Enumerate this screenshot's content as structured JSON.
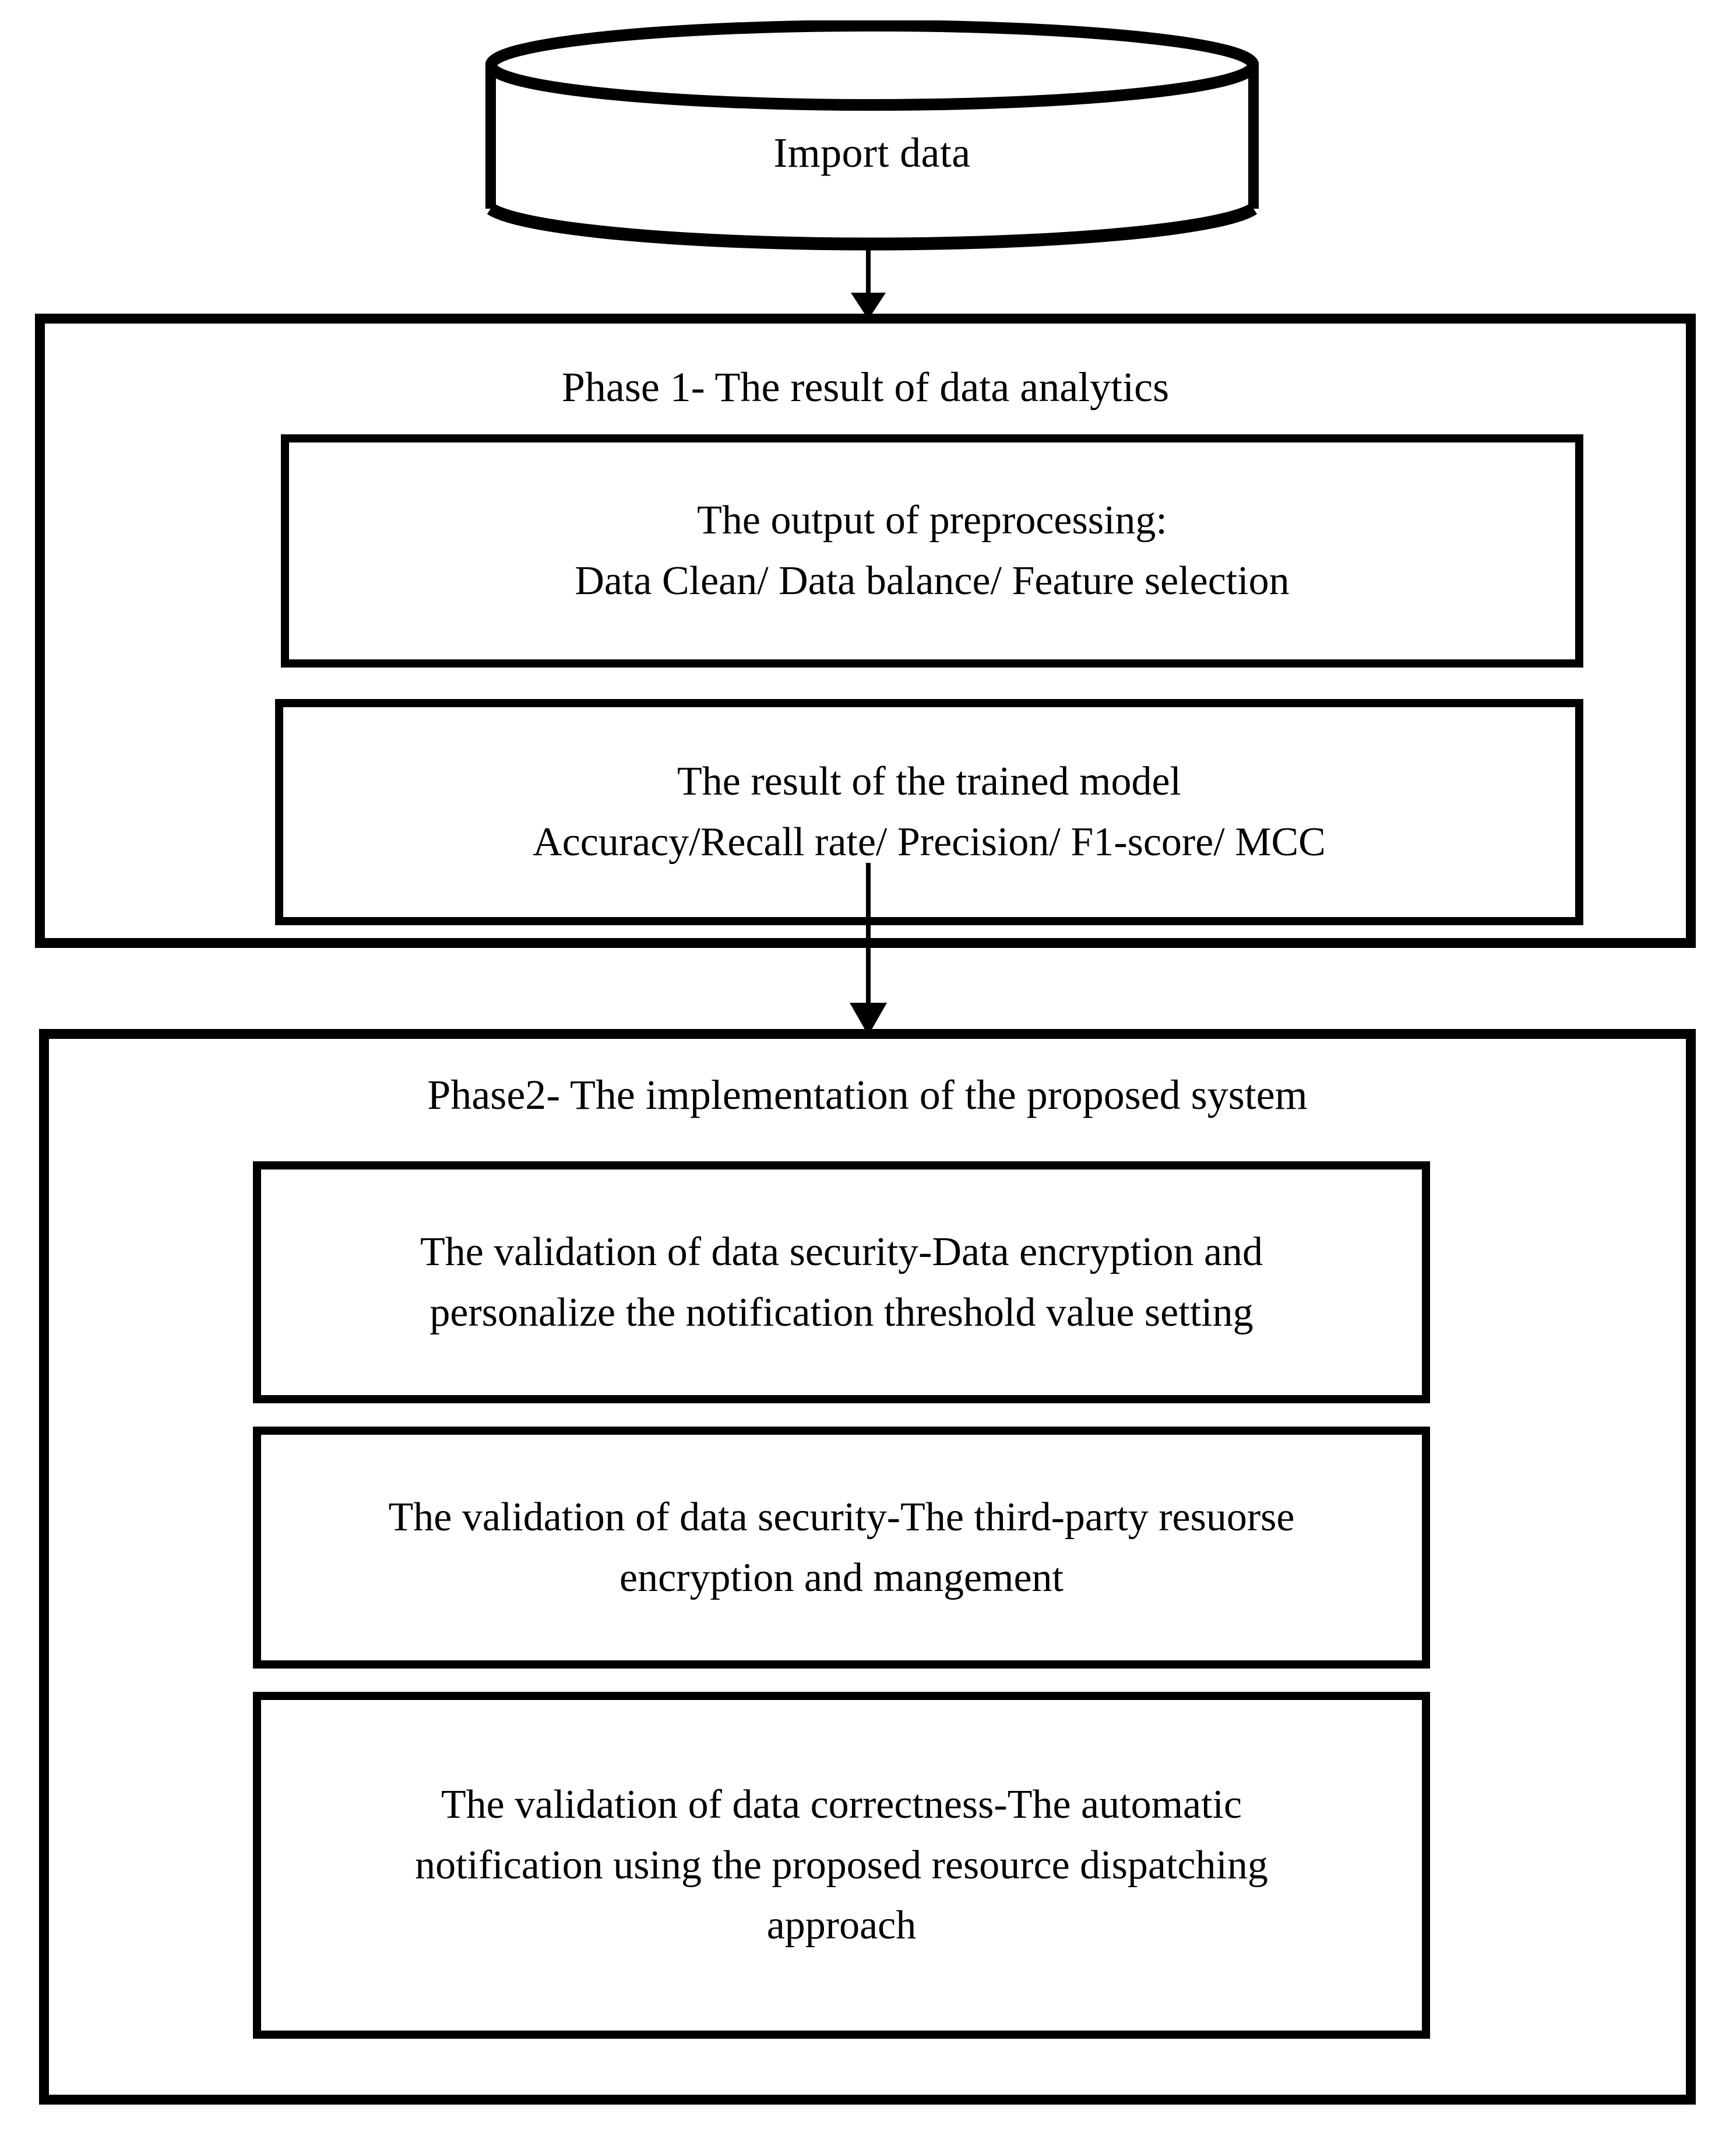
{
  "diagram": {
    "title": "Two-phase system flowchart",
    "colors": {
      "stroke": "#000000",
      "fill": "#ffffff",
      "text": "#000000"
    },
    "source": {
      "shape": "cylinder",
      "label": "Import data"
    },
    "connectors": [
      {
        "name": "import-to-phase1",
        "from": "Import data",
        "to": "Phase 1- The result of data analytics",
        "style": "arrow-down"
      },
      {
        "name": "phase1-to-phase2",
        "from": "Phase 1- The result of data analytics",
        "to": "Phase2- The implementation of the proposed system",
        "style": "arrow-down"
      }
    ],
    "phases": [
      {
        "id": "phase1",
        "title": "Phase 1- The result of data analytics",
        "boxes": [
          {
            "id": "p1-box1",
            "lines": [
              "The output of preprocessing:",
              "Data Clean/ Data balance/ Feature selection"
            ]
          },
          {
            "id": "p1-box2",
            "lines": [
              "The result of the trained model",
              "Accuracy/Recall rate/ Precision/ F1-score/ MCC"
            ]
          }
        ]
      },
      {
        "id": "phase2",
        "title": "Phase2- The implementation of the proposed system",
        "boxes": [
          {
            "id": "p2-box1",
            "lines": [
              "The validation of data security-Data encryption and",
              "personalize the notification threshold value setting"
            ]
          },
          {
            "id": "p2-box2",
            "lines": [
              "The validation of data security-The third-party resuorse",
              "encryption and mangement"
            ]
          },
          {
            "id": "p2-box3",
            "lines": [
              "The validation of data correctness-The automatic",
              "notification using the proposed resource dispatching",
              "approach"
            ]
          }
        ]
      }
    ]
  }
}
